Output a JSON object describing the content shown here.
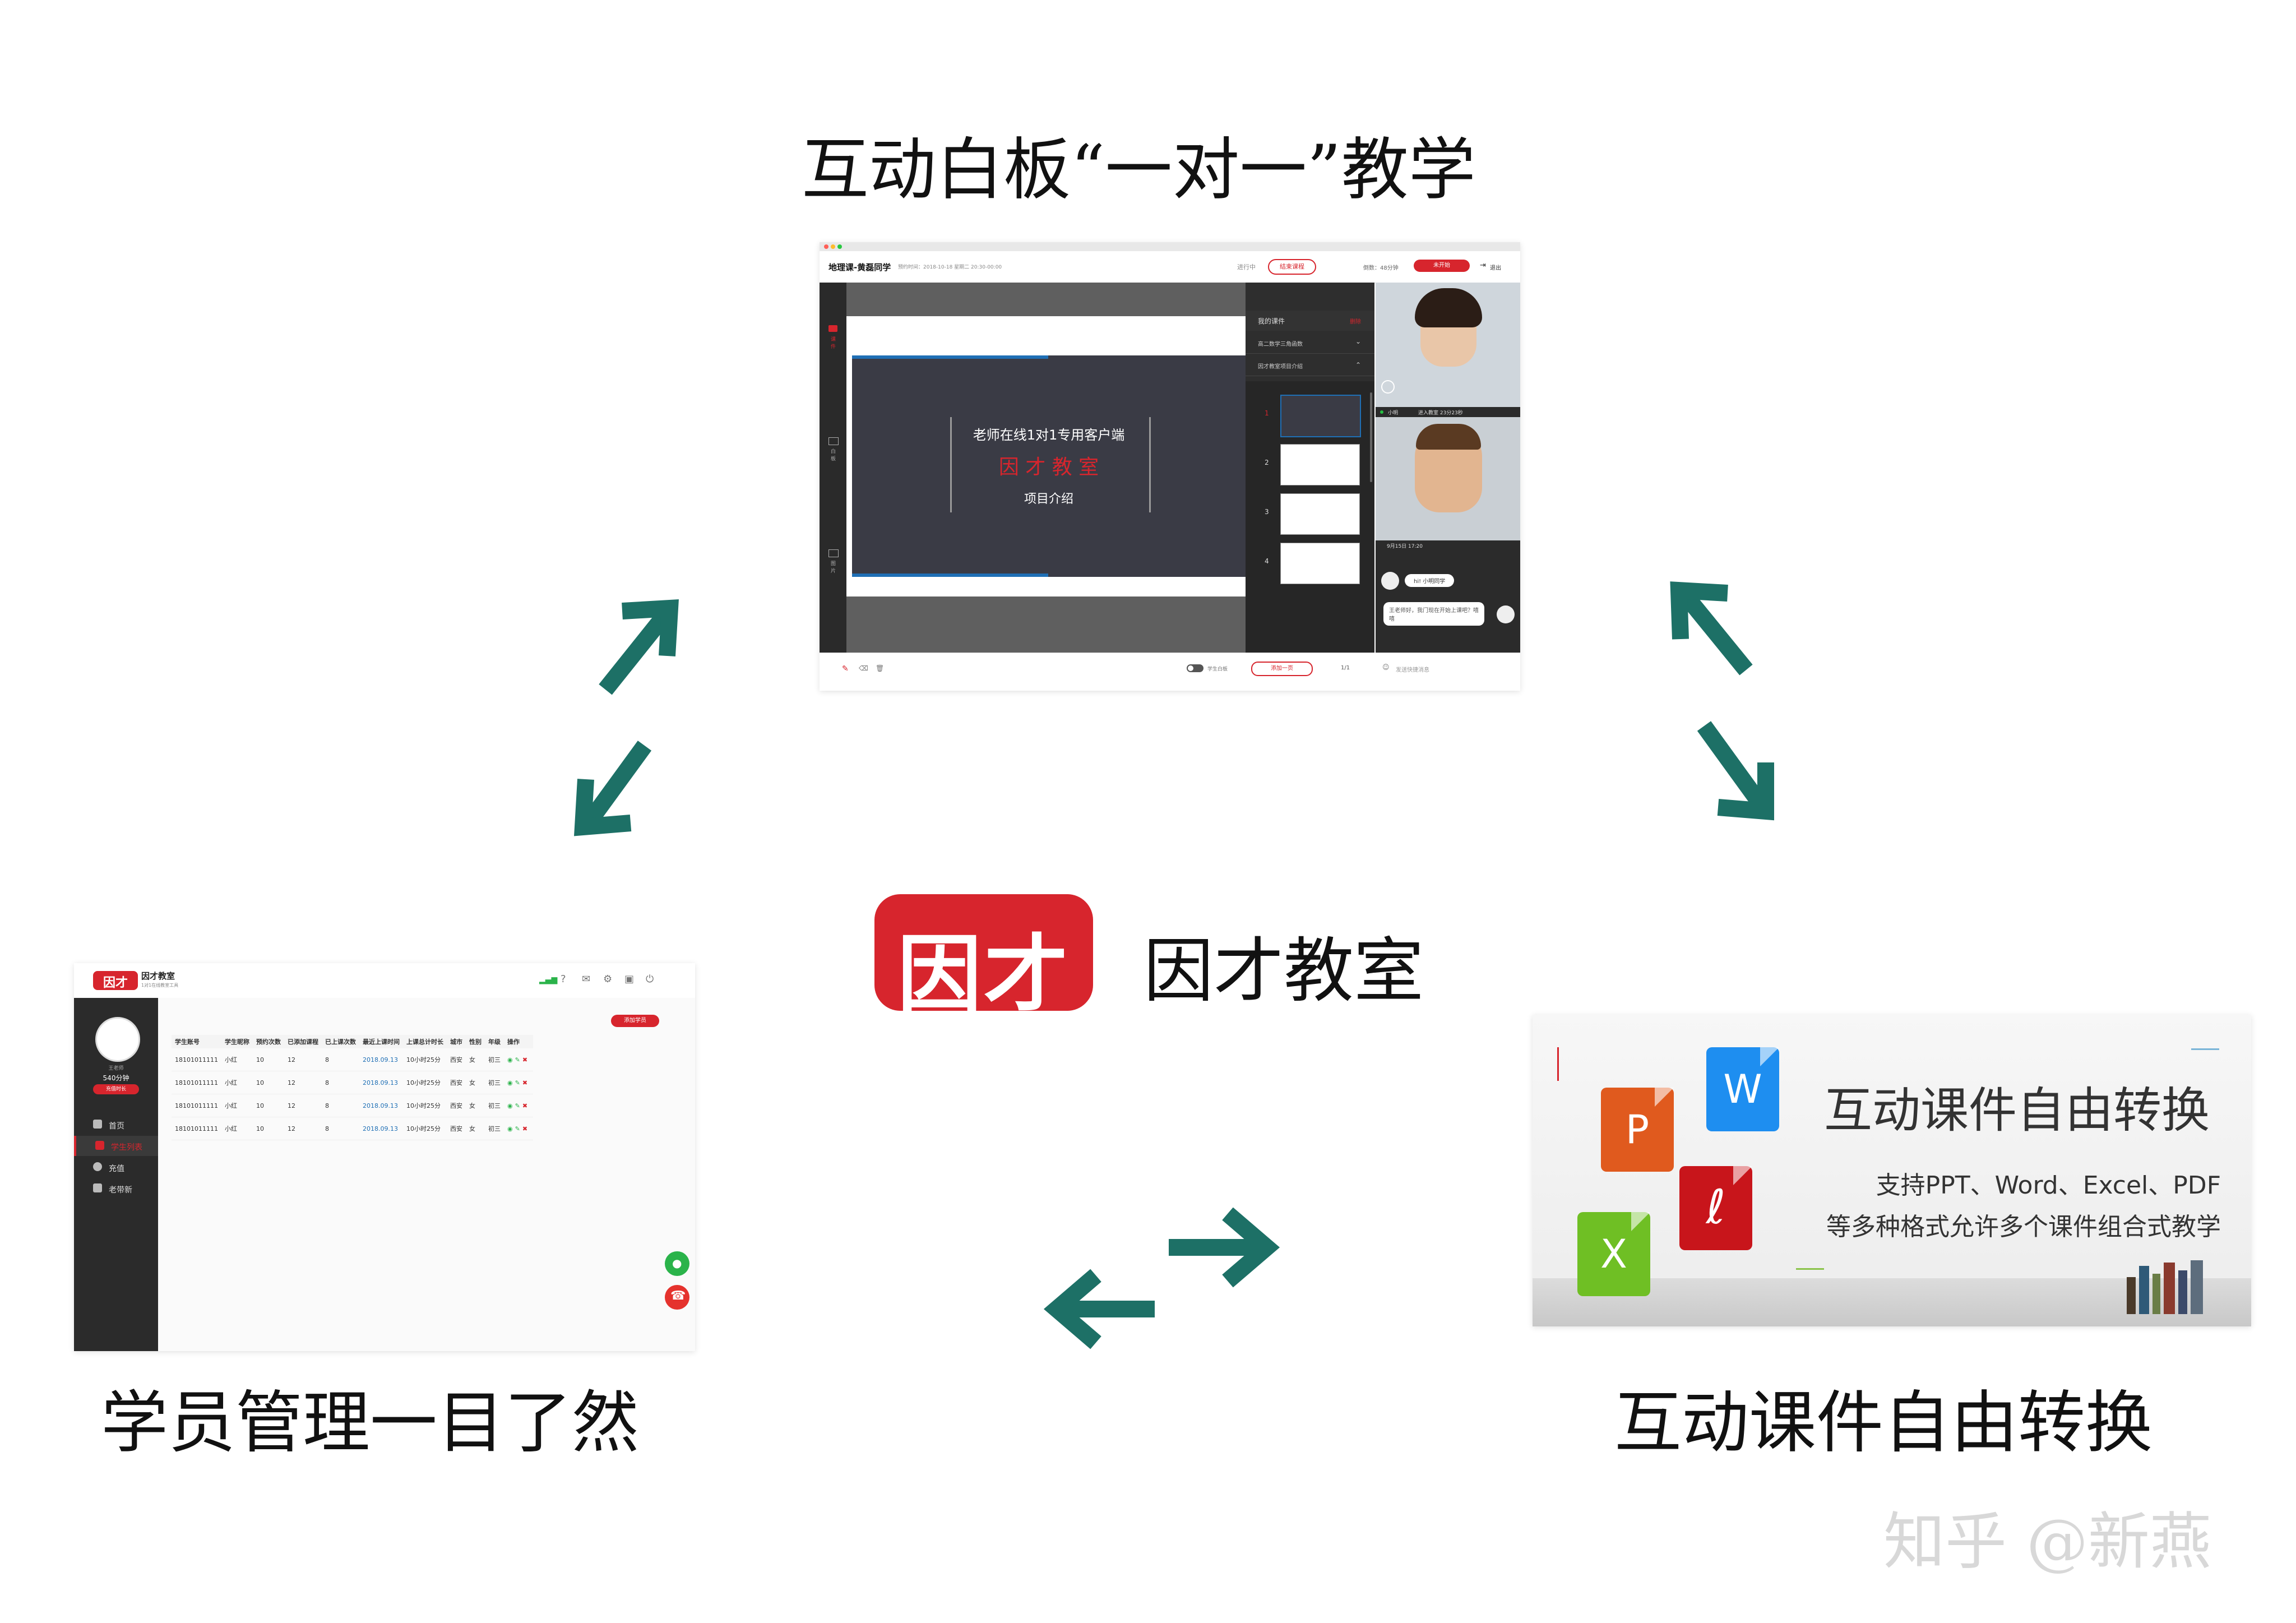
{
  "headings": {
    "top": "互动白板“一对一”教学",
    "left": "学员管理一目了然",
    "right": "互动课件自由转换",
    "brand": "因才教室",
    "watermark": "知乎 @新燕"
  },
  "logo": {
    "glyphs": "因才"
  },
  "colors": {
    "accent_red": "#d7252d",
    "arrow_teal": "#1d7066",
    "sidebar_dark": "#2b2b2b"
  },
  "whiteboard": {
    "course_title": "地理课-黄磊同学",
    "schedule": "预约时间：2018-10-18 星期二 20:30-00:00",
    "status": "进行中",
    "end_button": "结束课程",
    "timer_label": "倒数：",
    "timer_value": "48分钟",
    "record_button": "未开始",
    "exit_label": "退出",
    "left_tools": [
      "课件",
      "白板",
      "图片"
    ],
    "slide_line1": "老师在线1对1专用客户端",
    "slide_line2": "因 才 教 室",
    "slide_line3": "项目介绍",
    "panel_header": "我的课件",
    "panel_action": "删除",
    "panel_items": [
      "高二数学三角函数",
      "因才教室项目介绍"
    ],
    "thumb_numbers": [
      "1",
      "2",
      "3",
      "4"
    ],
    "student_status": "小明",
    "student_time": "进入教室 23分23秒",
    "teacher_time": "9月15日 17:20",
    "chat_1": "hi! 小明同学",
    "chat_2": "王老师好，我门现在开始上课吧？嘻嘻",
    "student_toggle": "学生白板",
    "add_button": "添加一页",
    "page_indicator": "1/1",
    "chat_placeholder": "发送快捷消息"
  },
  "management": {
    "brand_name": "因才教室",
    "brand_sub": "1对1在线教室工具",
    "profile_name": "王老师",
    "profile_minutes": "540分钟",
    "profile_button": "充值时长",
    "nav": [
      "首页",
      "学生列表",
      "充值",
      "老带新"
    ],
    "add_button": "添加学员",
    "columns": [
      "学生账号",
      "学生昵称",
      "预约次数",
      "已添加课程",
      "已上课次数",
      "最近上课时间",
      "上课总计时长",
      "城市",
      "性别",
      "年级",
      "操作"
    ],
    "rows": [
      [
        "18101011111",
        "小红",
        "10",
        "12",
        "8",
        "2018.09.13",
        "10小时25分",
        "西安",
        "女",
        "初三"
      ],
      [
        "18101011111",
        "小红",
        "10",
        "12",
        "8",
        "2018.09.13",
        "10小时25分",
        "西安",
        "女",
        "初三"
      ],
      [
        "18101011111",
        "小红",
        "10",
        "12",
        "8",
        "2018.09.13",
        "10小时25分",
        "西安",
        "女",
        "初三"
      ],
      [
        "18101011111",
        "小红",
        "10",
        "12",
        "8",
        "2018.09.13",
        "10小时25分",
        "西安",
        "女",
        "初三"
      ]
    ]
  },
  "courseware": {
    "title": "互动课件自由转换",
    "line1": "支持PPT、Word、Excel、PDF",
    "line2": "等多种格式允许多个课件组合式教学",
    "icons": {
      "word": "W",
      "ppt": "P",
      "excel": "X"
    }
  }
}
